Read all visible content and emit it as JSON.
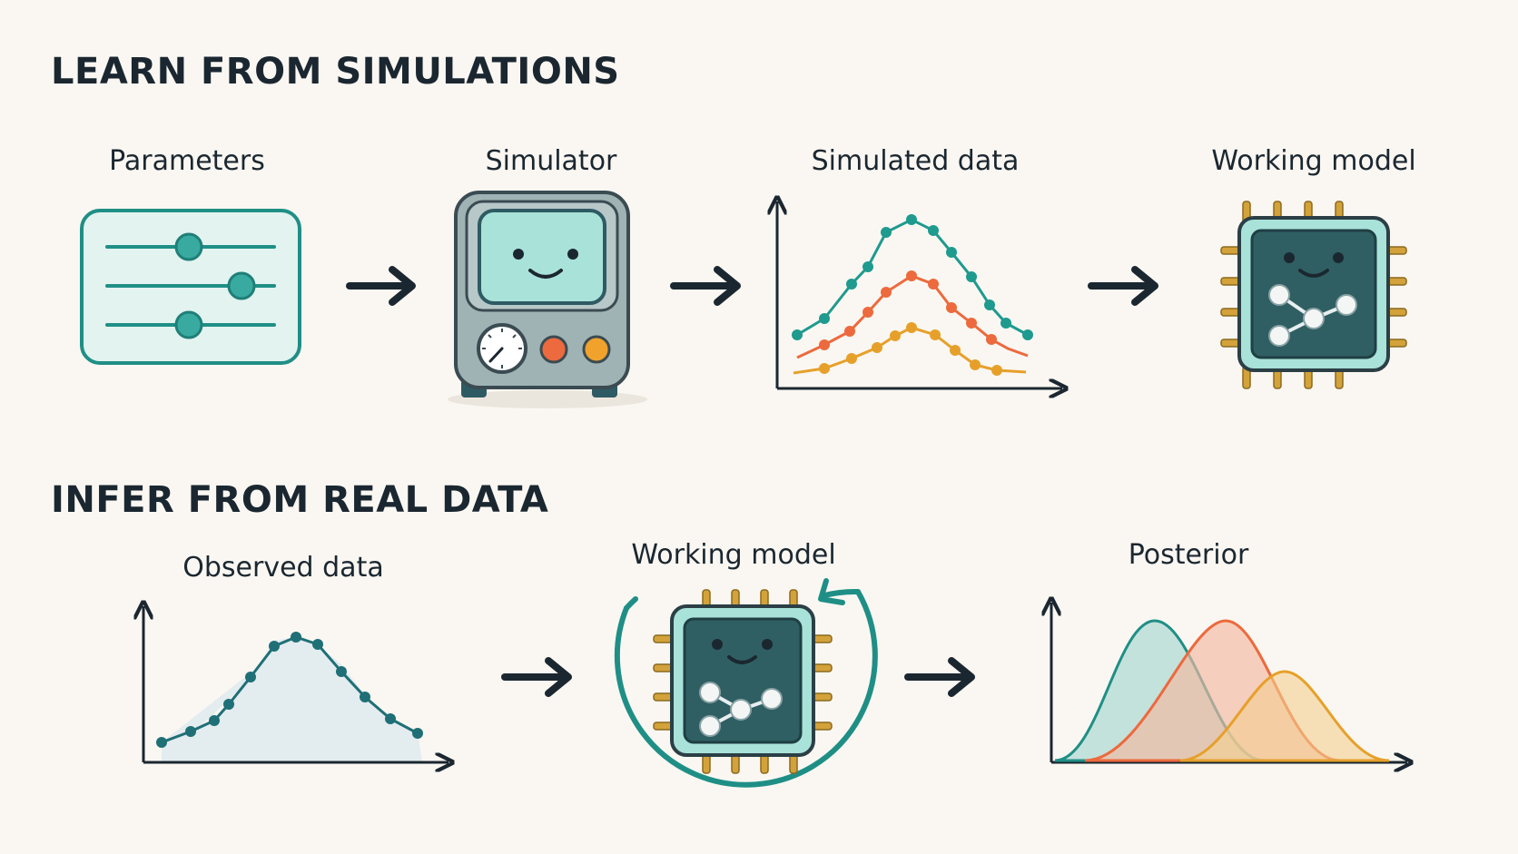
{
  "sections": {
    "learn": {
      "title": "LEARN FROM SIMULATIONS"
    },
    "infer": {
      "title": "INFER FROM REAL DATA"
    }
  },
  "nodes": {
    "parameters": {
      "label": "Parameters",
      "icon": "sliders-icon"
    },
    "simulator": {
      "label": "Simulator",
      "icon": "simulator-machine-icon"
    },
    "simulated_data": {
      "label": "Simulated data",
      "icon": "line-chart-icon"
    },
    "working_model_top": {
      "label": "Working model",
      "icon": "chip-network-icon"
    },
    "observed_data": {
      "label": "Observed data",
      "icon": "area-chart-icon"
    },
    "working_model_bottom": {
      "label": "Working model",
      "icon": "chip-refresh-icon"
    },
    "posterior": {
      "label": "Posterior",
      "icon": "distribution-curves-icon"
    }
  },
  "colors": {
    "background": "#faf7f2",
    "teal": "#1f8f86",
    "teal_dark": "#1f6f76",
    "orange_red": "#ec6a3d",
    "amber": "#e6a02a",
    "ink": "#1b2730",
    "chip_body": "#2f5f62",
    "chip_pins": "#d3a23a"
  }
}
